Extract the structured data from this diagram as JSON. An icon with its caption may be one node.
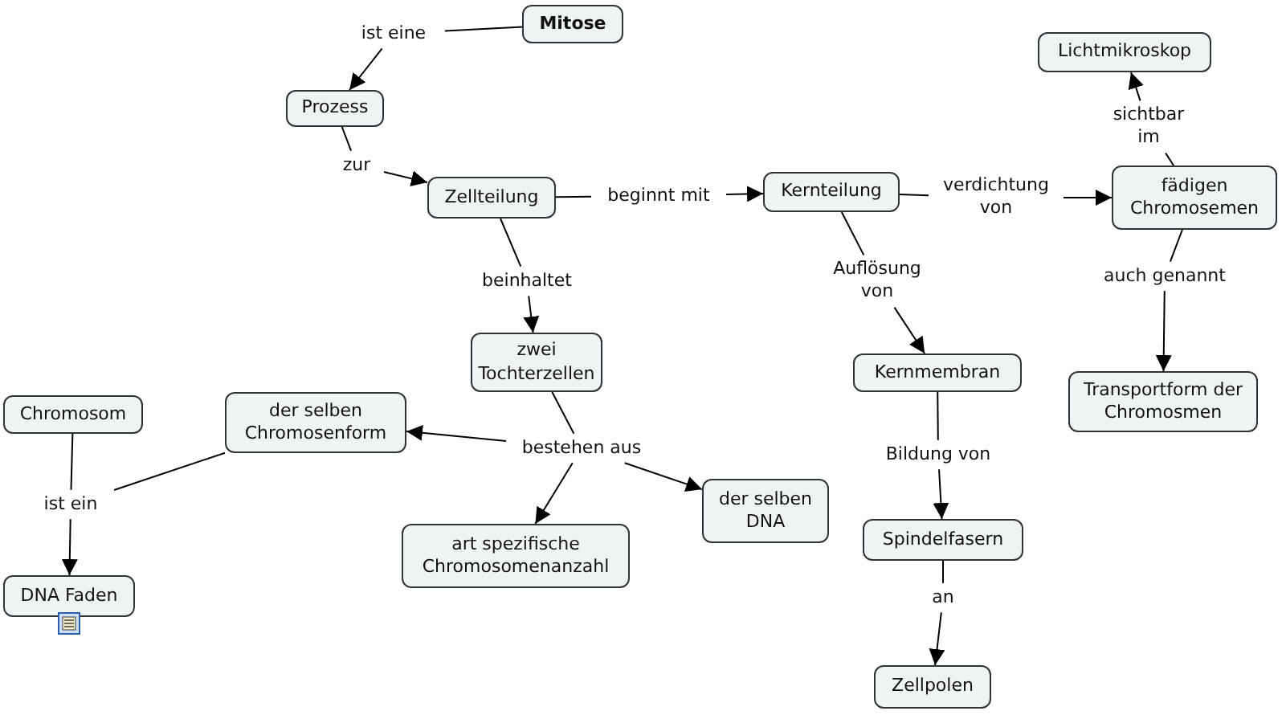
{
  "diagram": {
    "nodes": [
      {
        "text": [
          "Mitose"
        ]
      },
      {
        "text": [
          "ist eine"
        ]
      },
      {
        "text": [
          "Prozess"
        ]
      },
      {
        "text": [
          "zur"
        ]
      },
      {
        "text": [
          "Zellteilung"
        ]
      },
      {
        "text": [
          "beginnt mit"
        ]
      },
      {
        "text": [
          "Kernteilung"
        ]
      },
      {
        "text": [
          "verdichtung von"
        ]
      },
      {
        "text": [
          "fädigen Chromosemen"
        ]
      },
      {
        "text": [
          "sichtbar im"
        ]
      },
      {
        "text": [
          "Lichtmikroskop"
        ]
      },
      {
        "text": [
          "beinhaltet"
        ]
      },
      {
        "text": [
          "Auflösung von"
        ]
      },
      {
        "text": [
          "auch genannt"
        ]
      },
      {
        "text": [
          "zwei Tochterzellen"
        ]
      },
      {
        "text": [
          "Kernmembran"
        ]
      },
      {
        "text": [
          "Transportform der Chromosmen"
        ]
      },
      {
        "text": [
          "Chromosom"
        ]
      },
      {
        "text": [
          "der selben Chromosenform"
        ]
      },
      {
        "text": [
          "bestehen aus"
        ]
      },
      {
        "text": [
          "Bildung von"
        ]
      },
      {
        "text": [
          "ist ein"
        ]
      },
      {
        "text": [
          "der selben DNA"
        ]
      },
      {
        "text": [
          "art spezifische Chromosomenanzahl"
        ]
      },
      {
        "text": [
          "Spindelfasern"
        ]
      },
      {
        "text": [
          "DNA Faden"
        ]
      },
      {
        "text": [
          "an"
        ]
      },
      {
        "text": [
          "Zellpolen"
        ]
      }
    ],
    "edges": [
      {
        "from": 0,
        "to": 1,
        "arrow": "none"
      },
      {
        "from": 1,
        "to": 2,
        "arrow": "to"
      },
      {
        "from": 2,
        "to": 3,
        "arrow": "none"
      },
      {
        "from": 3,
        "to": 4,
        "arrow": "to"
      },
      {
        "from": 4,
        "to": 5,
        "arrow": "none"
      },
      {
        "from": 5,
        "to": 6,
        "arrow": "to"
      },
      {
        "from": 6,
        "to": 7,
        "arrow": "none"
      },
      {
        "from": 7,
        "to": 8,
        "arrow": "to"
      },
      {
        "from": 8,
        "to": 9,
        "arrow": "none"
      },
      {
        "from": 9,
        "to": 10,
        "arrow": "to"
      },
      {
        "from": 4,
        "to": 11,
        "arrow": "none"
      },
      {
        "from": 11,
        "to": 14,
        "arrow": "to"
      },
      {
        "from": 6,
        "to": 12,
        "arrow": "none"
      },
      {
        "from": 12,
        "to": 15,
        "arrow": "to"
      },
      {
        "from": 8,
        "to": 13,
        "arrow": "none"
      },
      {
        "from": 13,
        "to": 16,
        "arrow": "to"
      },
      {
        "from": 14,
        "to": 19,
        "arrow": "none"
      },
      {
        "from": 19,
        "to": 18,
        "arrow": "to"
      },
      {
        "from": 19,
        "to": 22,
        "arrow": "to"
      },
      {
        "from": 19,
        "to": 23,
        "arrow": "to"
      },
      {
        "from": 17,
        "to": 21,
        "arrow": "none"
      },
      {
        "from": 18,
        "to": 21,
        "arrow": "none"
      },
      {
        "from": 21,
        "to": 25,
        "arrow": "to"
      },
      {
        "from": 15,
        "to": 20,
        "arrow": "none"
      },
      {
        "from": 20,
        "to": 24,
        "arrow": "to"
      },
      {
        "from": 24,
        "to": 26,
        "arrow": "none"
      },
      {
        "from": 26,
        "to": 27,
        "arrow": "to"
      }
    ]
  }
}
